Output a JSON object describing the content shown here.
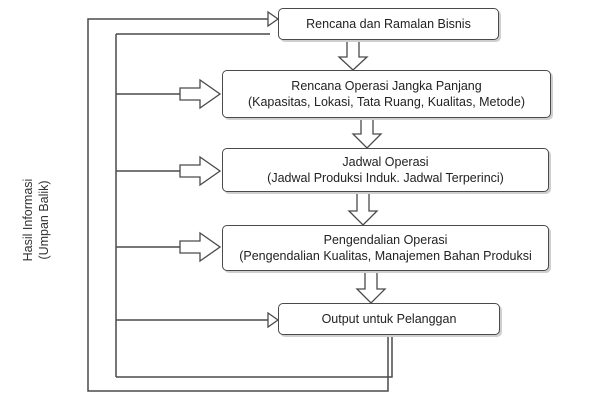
{
  "diagram": {
    "boxes": [
      {
        "lines": [
          "Rencana dan Ramalan Bisnis"
        ]
      },
      {
        "lines": [
          "Rencana Operasi Jangka Panjang",
          "(Kapasitas, Lokasi, Tata Ruang, Kualitas, Metode)"
        ]
      },
      {
        "lines": [
          "Jadwal Operasi",
          "(Jadwal Produksi Induk. Jadwal Terperinci)"
        ]
      },
      {
        "lines": [
          "Pengendalian Operasi",
          "(Pengendalian Kualitas, Manajemen Bahan Produksi"
        ]
      },
      {
        "lines": [
          "Output untuk Pelanggan"
        ]
      }
    ],
    "feedback_label": [
      "Hasil Informasi",
      "(Umpan Balik)"
    ],
    "colors": {
      "line": "#4a4a4a",
      "box_border": "#4a4a4a",
      "shadow": "#cfcfcf"
    }
  }
}
